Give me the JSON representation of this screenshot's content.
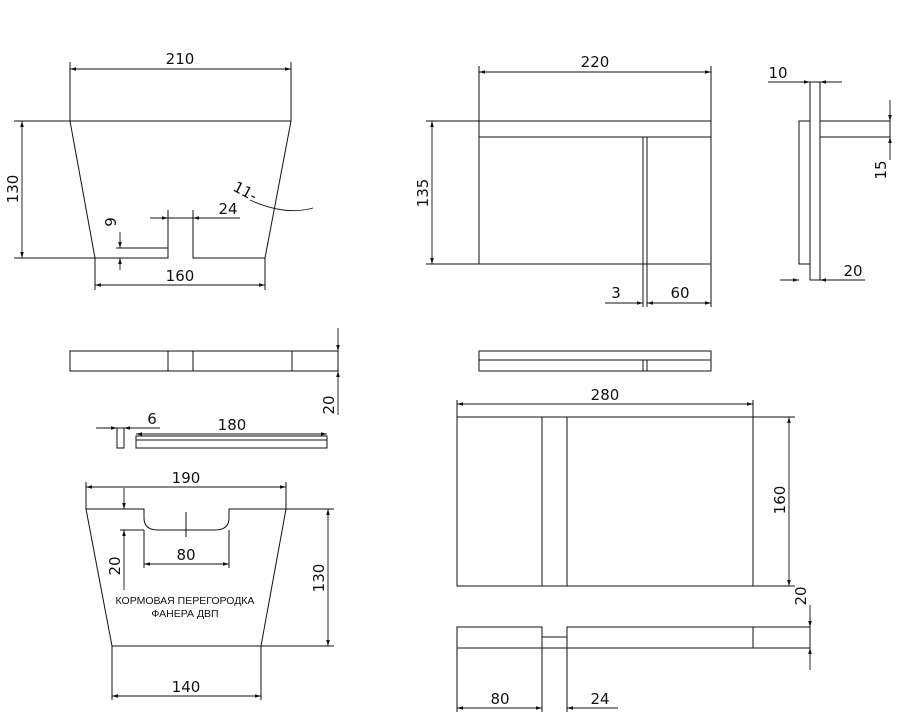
{
  "diagram": {
    "labels": {
      "note_line1": "КОРМОВАЯ ПЕРЕГОРОДКА",
      "note_line2": "ФАНЕРА ДВП"
    },
    "dimensions": {
      "d210": "210",
      "d130a": "130",
      "d9": "9",
      "d24a": "24",
      "d11": "11-",
      "d160a": "160",
      "d220": "220",
      "d135": "135",
      "d3": "3",
      "d60": "60",
      "d10": "10",
      "d15": "15",
      "d20a": "20",
      "d20b": "20",
      "d6": "6",
      "d180": "180",
      "d190": "190",
      "d80a": "80",
      "d20c": "20",
      "d130b": "130",
      "d140": "140",
      "d280": "280",
      "d160b": "160",
      "d20d": "20",
      "d80b": "80",
      "d24b": "24"
    }
  }
}
